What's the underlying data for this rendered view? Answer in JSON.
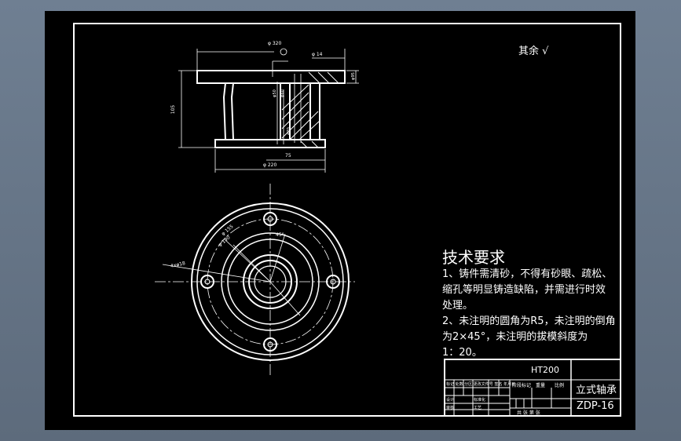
{
  "surface_note": "其余 √",
  "tech": {
    "title": "技术要求",
    "lines": [
      "1、铸件需清砂，不得有砂眼、疏松、",
      "缩孔等明显铸造缺陷，并需进行时效",
      "处理。",
      "2、未注明的圆角为R5，未注明的倒角",
      "为2×45°，未注明的拔模斜度为",
      "1：20。"
    ]
  },
  "dims": {
    "d_top": "φ 320",
    "d_bottom": "φ 220",
    "height": "105",
    "d_hole": "φ 14",
    "len_75": "75",
    "d_row_50": "φ50",
    "d_row_60": "φ60",
    "d_row_70": "φ70",
    "d_row_95": "φ95",
    "r_155": "φ 155",
    "r_190": "φ 190",
    "angle_a": "45°",
    "angle_b": "4xφ18"
  },
  "title_block": {
    "material": "HT200",
    "part_name": "立式轴承",
    "drawing_no": "ZDP-16",
    "header_row": "标记 处数 分区 更改文件号 签名 年月日",
    "row_design": "设计",
    "row_std": "标准化",
    "row_check": "审核",
    "row_process": "工艺",
    "stage": "阶段标记",
    "weight": "重量",
    "scale": "比例",
    "sheet": "共 张 第 张"
  }
}
